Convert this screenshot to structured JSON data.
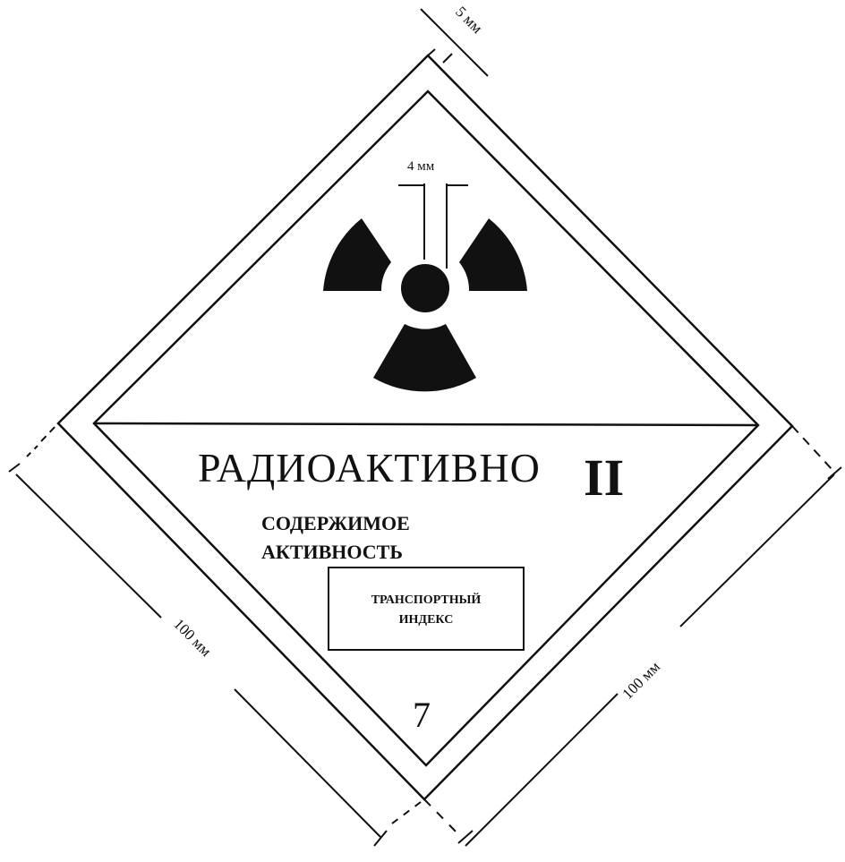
{
  "label": {
    "title": "РАДИОАКТИВНО",
    "category": "II",
    "line_contents": "СОДЕРЖИМОЕ",
    "line_activity": "АКТИВНОСТЬ",
    "transport_index_line1": "ТРАНСПОРТНЫЙ",
    "transport_index_line2": "ИНДЕКС",
    "class_number": "7"
  },
  "dimensions": {
    "border_width": "5 мм",
    "trefoil_gap": "4 мм",
    "side_left": "100 мм",
    "side_right": "100 мм"
  },
  "colors": {
    "ink": "#111111",
    "background": "#ffffff"
  },
  "icons": {
    "trefoil": "radiation-trefoil-icon"
  }
}
